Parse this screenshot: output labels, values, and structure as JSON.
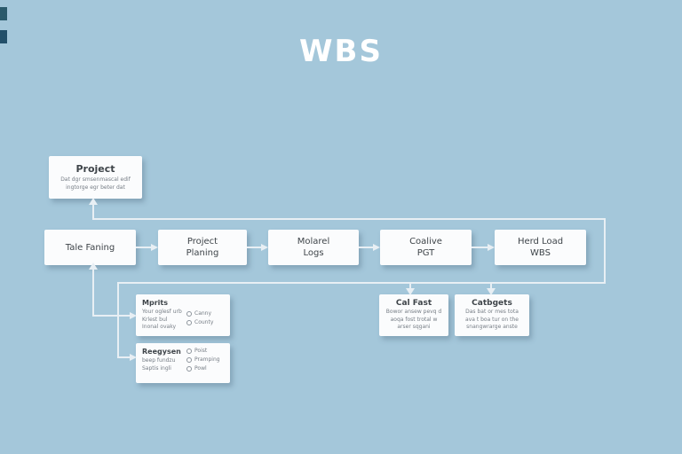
{
  "title": "WBS",
  "colors": {
    "background": "#a4c7da",
    "box": "#fbfcfd",
    "line": "#e8eff4",
    "text": "#3e4449",
    "muted": "#767d85",
    "title_color": "#ffffff"
  },
  "project_box": {
    "title": "Project",
    "lines": [
      "Dat dgr smsenmascal edif",
      "ingtorge egr beter dat"
    ]
  },
  "main_row": [
    {
      "line1": "Tale Faning",
      "line2": ""
    },
    {
      "line1": "Project",
      "line2": "Planing"
    },
    {
      "line1": "Molarel",
      "line2": "Logs"
    },
    {
      "line1": "Coalive",
      "line2": "PGT"
    },
    {
      "line1": "Herd Load",
      "line2": "WBS"
    }
  ],
  "mprits_box": {
    "title": "Mprits",
    "lines": [
      "Your oglesf urb",
      "Krlest bul",
      "Inonal ovaky"
    ],
    "options": [
      "Canny",
      "County"
    ]
  },
  "reegysen_box": {
    "title": "Reegysen",
    "lines": [
      "beep fundzu",
      "Saptis ingli"
    ],
    "options": [
      "Poist",
      "Pramping",
      "Powl"
    ]
  },
  "calfast_box": {
    "title": "Cal Fast",
    "lines": [
      "Bowor ansew pevq d",
      "aoqa fost trotal w",
      "arser sqgani"
    ]
  },
  "catbgets_box": {
    "title": "Catbgets",
    "lines": [
      "Das bat or mes tota",
      "ava t boa tur on the",
      "snangwrarge anste"
    ]
  }
}
